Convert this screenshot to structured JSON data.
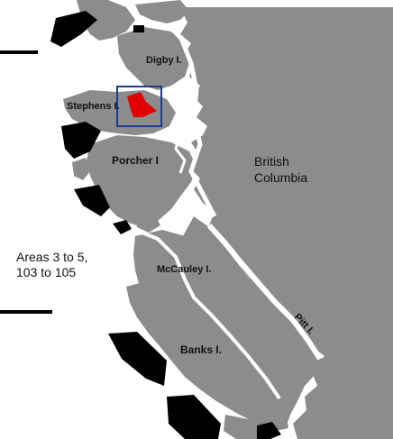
{
  "map": {
    "colors": {
      "land": "#8c8c8c",
      "water": "#ffffff",
      "zone": "#000000",
      "highlight_box": "#1f3a8a",
      "highlight_fill": "#e00000"
    },
    "labels": {
      "digby": "Digby I.",
      "stephens": "Stephens I.",
      "porcher": "Porcher I",
      "british_columbia_1": "British",
      "british_columbia_2": "Columbia",
      "areas_1": "Areas 3 to 5,",
      "areas_2": "103 to 105",
      "mccauley": "McCauley I.",
      "pitt": "Pitt I.",
      "banks": "Banks I."
    }
  }
}
